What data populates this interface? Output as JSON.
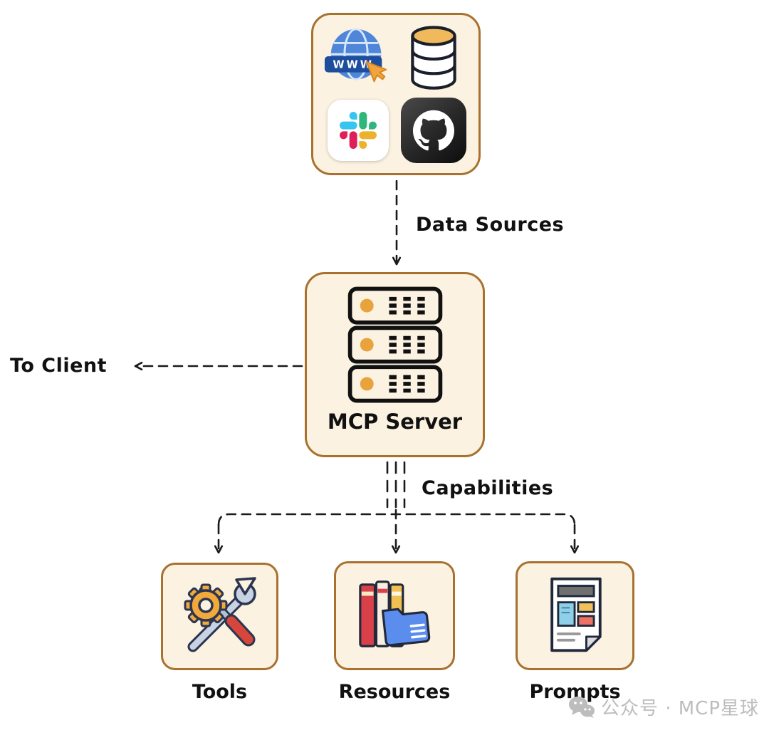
{
  "diagram": {
    "labels": {
      "data_sources": "Data Sources",
      "to_client": "To Client",
      "capabilities": "Capabilities"
    },
    "nodes": {
      "data_sources_group": {
        "icons": [
          "globe-www-icon",
          "database-icon",
          "slack-icon",
          "github-icon"
        ],
        "globe_banner_text": "WWW"
      },
      "mcp_server": {
        "label": "MCP Server",
        "icon": "server-rack-icon"
      },
      "tools": {
        "label": "Tools",
        "icon": "tools-icon"
      },
      "resources": {
        "label": "Resources",
        "icon": "resources-icon"
      },
      "prompts": {
        "label": "Prompts",
        "icon": "prompts-icon"
      }
    },
    "colors": {
      "node_border": "#a9712e",
      "node_fill": "#fcf2e1",
      "arrow": "#1a1a1a",
      "amber": "#e8a33d"
    }
  },
  "watermark": {
    "text": "公众号 · MCP星球"
  }
}
